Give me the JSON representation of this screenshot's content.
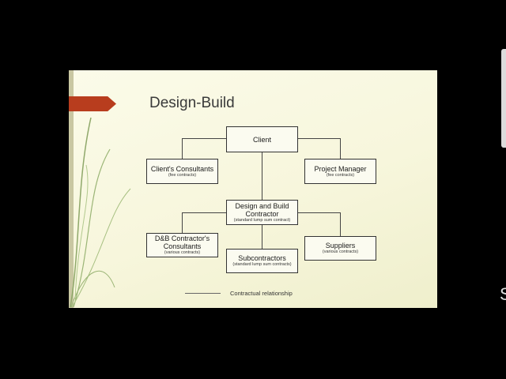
{
  "slide": {
    "title": "Design-Build"
  },
  "diagram": {
    "client": {
      "label": "Client"
    },
    "clients_consultants": {
      "label": "Client's Consultants",
      "note": "(fee contracts)"
    },
    "project_manager": {
      "label": "Project Manager",
      "note": "(fee contracts)"
    },
    "db_contractor": {
      "label_line1": "Design and Build",
      "label_line2": "Contractor",
      "note": "(standard lump sum contract)"
    },
    "db_consultants": {
      "label_line1": "D&B Contractor's",
      "label_line2": "Consultants",
      "note": "(various contracts)"
    },
    "subcontractors": {
      "label": "Subcontractors",
      "note": "(standard lump sum contracts)"
    },
    "suppliers": {
      "label": "Suppliers",
      "note": "(various contracts)"
    }
  },
  "legend": {
    "label": "Contractual relationship"
  },
  "right_edge": {
    "glyph": "S"
  },
  "colors": {
    "background": "#000000",
    "slide": "#f8f7e0",
    "accent_arrow": "#b83d1e",
    "line": "#444444"
  }
}
